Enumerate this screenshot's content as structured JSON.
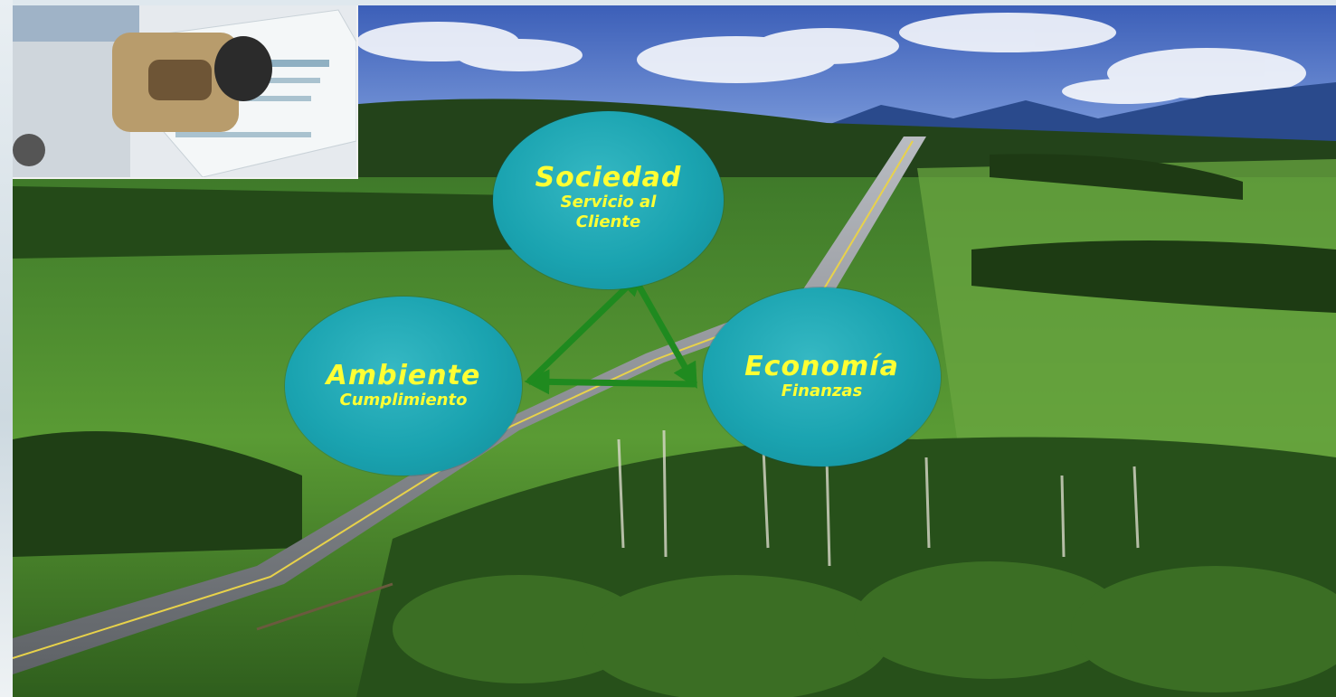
{
  "diagram": {
    "nodes": [
      {
        "id": "sociedad",
        "title": "Sociedad",
        "subtitle_line1": "Servicio al",
        "subtitle_line2": "Cliente"
      },
      {
        "id": "ambiente",
        "title": "Ambiente",
        "subtitle_line1": "Cumplimiento"
      },
      {
        "id": "economia",
        "title": "Economía",
        "subtitle_line1": "Finanzas"
      }
    ],
    "edges": [
      {
        "from": "sociedad",
        "to": "economia"
      },
      {
        "from": "economia",
        "to": "ambiente"
      },
      {
        "from": "ambiente",
        "to": "sociedad"
      }
    ],
    "colors": {
      "node_fill": "#1aa3b0",
      "node_text": "#ffff33",
      "arrow": "#1f8a1f"
    }
  },
  "background": {
    "description_icon": "landscape-road-image",
    "inset_icon": "document-photo-image"
  }
}
